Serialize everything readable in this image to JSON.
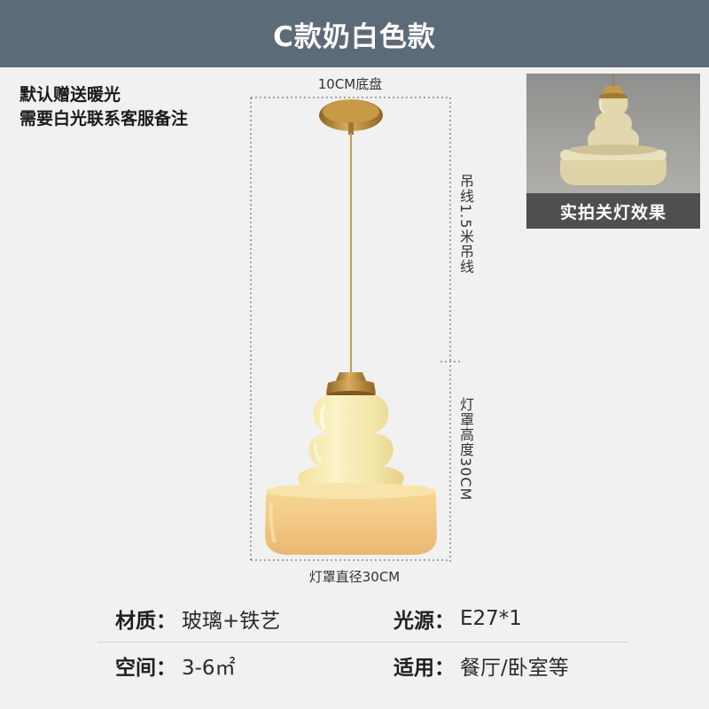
{
  "banner": {
    "title": "C款奶白色款"
  },
  "note": {
    "line1": "默认赠送暖光",
    "line2": "需要白光联系客服备注"
  },
  "thumbnail": {
    "caption": "实拍关灯效果"
  },
  "dimensions": {
    "base": "10CM底盘",
    "cord": "吊线1.5米吊线",
    "height": "灯罩高度30CM",
    "diameter": "灯罩直径30CM"
  },
  "specs": [
    [
      {
        "label": "材质：",
        "value": "玻璃+铁艺"
      },
      {
        "label": "光源：",
        "value": "E27*1"
      }
    ],
    [
      {
        "label": "空间：",
        "value": "3-6㎡"
      },
      {
        "label": "适用：",
        "value": "餐厅/卧室等"
      }
    ]
  ],
  "colors": {
    "banner": "#5d6a78",
    "glass": "#f2e3a4",
    "brass": "#b88a3c",
    "background": "#f1f1f1"
  }
}
